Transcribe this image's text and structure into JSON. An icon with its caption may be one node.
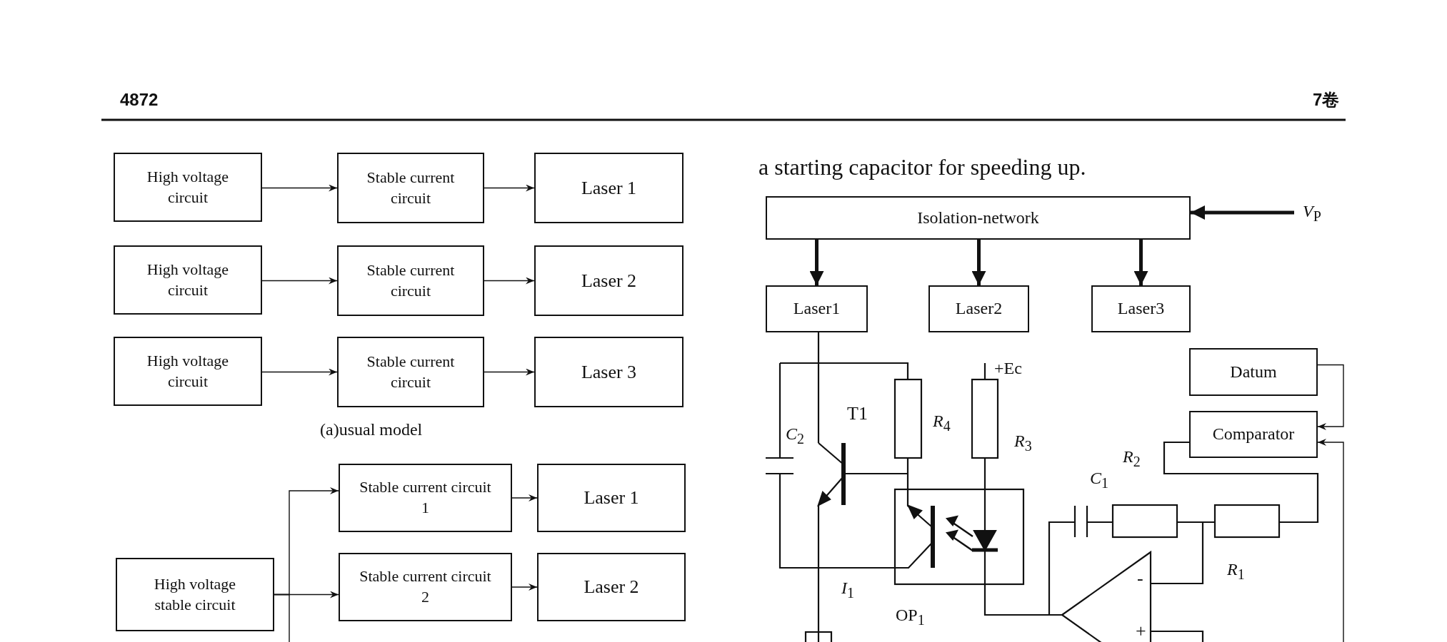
{
  "diagram": {
    "nodes": [
      {
        "text": [
          "High voltage circuit"
        ]
      },
      {
        "text": [
          "Stable current circuit"
        ]
      },
      {
        "text": [
          "Laser 1"
        ]
      },
      {
        "text": [
          "High voltage circuit"
        ]
      },
      {
        "text": [
          "Stable current circuit"
        ]
      },
      {
        "text": [
          "Laser 2"
        ]
      },
      {
        "text": [
          "High voltage circuit"
        ]
      },
      {
        "text": [
          "Stable current circuit"
        ]
      },
      {
        "text": [
          "Laser 3"
        ]
      },
      {
        "text": [
          "Stable current circuit 1"
        ]
      },
      {
        "text": [
          "Laser 1"
        ]
      },
      {
        "text": [
          "Stable current circuit 2"
        ]
      },
      {
        "text": [
          "Laser 2"
        ]
      },
      {
        "text": [
          "High voltage stable circuit"
        ]
      },
      {
        "text": [
          "Isolation-network"
        ]
      },
      {
        "text": [
          "Laser1"
        ]
      },
      {
        "text": [
          "Laser2"
        ]
      },
      {
        "text": [
          "Laser3"
        ]
      },
      {
        "text": [
          "*V*$_{P}$"
        ]
      },
      {
        "text": [
          "Datum"
        ]
      },
      {
        "text": [
          "Comparator"
        ]
      }
    ],
    "edges": [
      {
        "from": 0,
        "to": 1,
        "arrow": "to"
      },
      {
        "from": 1,
        "to": 2,
        "arrow": "to"
      },
      {
        "from": 3,
        "to": 4,
        "arrow": "to"
      },
      {
        "from": 4,
        "to": 5,
        "arrow": "to"
      },
      {
        "from": 6,
        "to": 7,
        "arrow": "to"
      },
      {
        "from": 7,
        "to": 8,
        "arrow": "to"
      },
      {
        "from": 13,
        "to": 9,
        "arrow": "to"
      },
      {
        "from": 13,
        "to": 11,
        "arrow": "to"
      },
      {
        "from": 13,
        "to": null,
        "arrow": "none"
      },
      {
        "from": 9,
        "to": 10,
        "arrow": "to"
      },
      {
        "from": 11,
        "to": 12,
        "arrow": "to"
      },
      {
        "from": 18,
        "to": 14,
        "arrow": "to",
        "style": "thick"
      },
      {
        "from": 14,
        "to": 15,
        "arrow": "to",
        "style": "thick"
      },
      {
        "from": 14,
        "to": 16,
        "arrow": "to",
        "style": "thick"
      },
      {
        "from": 14,
        "to": 17,
        "arrow": "to",
        "style": "thick"
      },
      {
        "from": 19,
        "to": 20,
        "arrow": "to"
      },
      {
        "from": null,
        "to": 20,
        "arrow": "to"
      }
    ],
    "labels": [
      "4872",
      "7卷",
      "(a)usual model",
      "a starting capacitor for speeding up.",
      "+Ec",
      "T1",
      "*C*$_{2}$",
      "*R*$_{4}$",
      "*R*$_{3}$",
      "*R*$_{2}$",
      "*C*$_{1}$",
      "-",
      "*R*$_{1}$",
      "*I*$_{1}$",
      "+",
      "OP$_{1}$"
    ]
  }
}
